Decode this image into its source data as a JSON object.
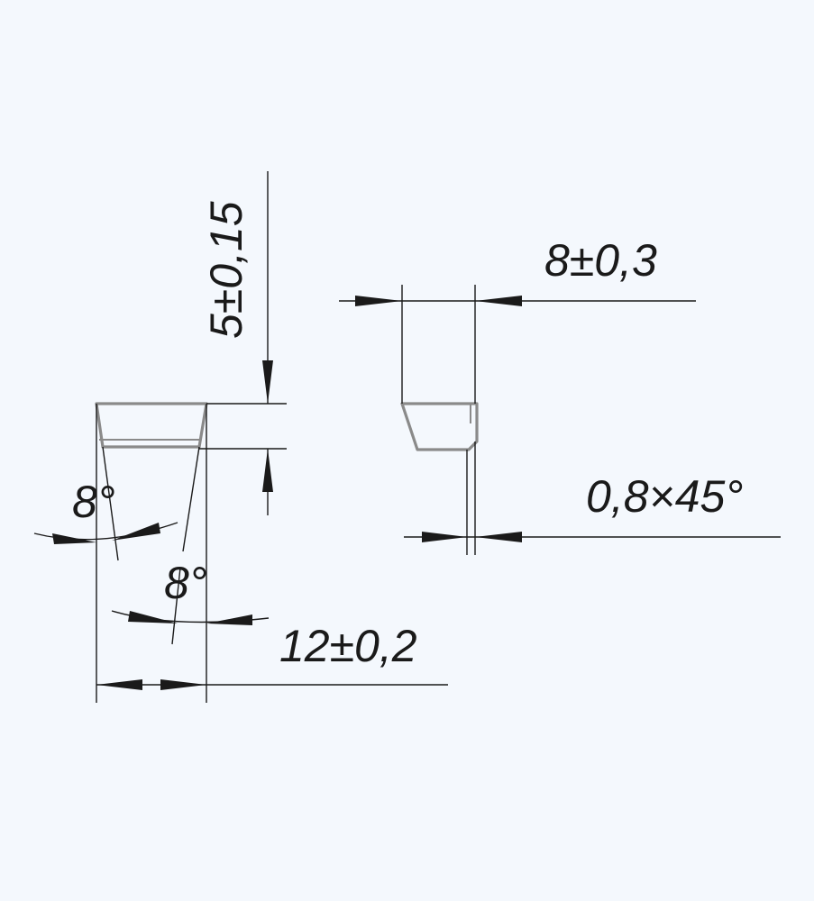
{
  "dimensions": {
    "height": "5±0,15",
    "angle_left": "8°",
    "angle_right": "8°",
    "length": "12±0,2",
    "width": "8±0,3",
    "chamfer": "0,8×45°"
  },
  "colors": {
    "background": "#f4f8fd",
    "part_outline": "#8a8a8a",
    "dimension_lines": "#1a1a1a"
  }
}
